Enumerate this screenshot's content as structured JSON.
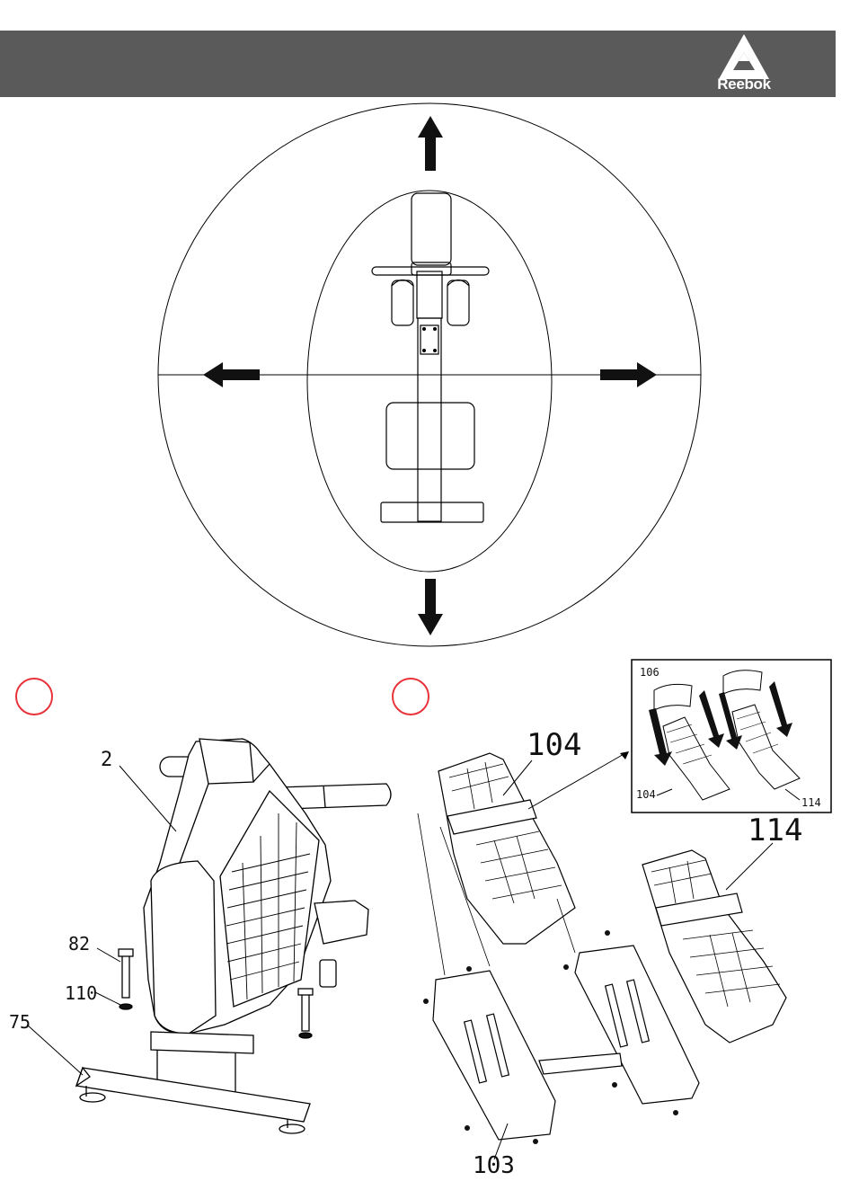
{
  "header": {
    "brand": "Reebok",
    "bar_color": "#5a5a5a",
    "logo_icon": "reebok-delta-icon"
  },
  "clearance_diagram": {
    "arrows": [
      "arrow-up-icon",
      "arrow-left-icon",
      "arrow-right-icon",
      "arrow-down-icon"
    ]
  },
  "step_left": {
    "marker_color": "#e8333a",
    "callouts": {
      "part_2": "2",
      "part_82": "82",
      "part_110": "110",
      "part_75": "75"
    }
  },
  "step_right": {
    "marker_color": "#e8333a",
    "callouts": {
      "part_104": "104",
      "part_114": "114",
      "part_103": "103"
    },
    "detail_inset": {
      "part_106": "106",
      "part_104": "104",
      "part_114": "114"
    }
  }
}
